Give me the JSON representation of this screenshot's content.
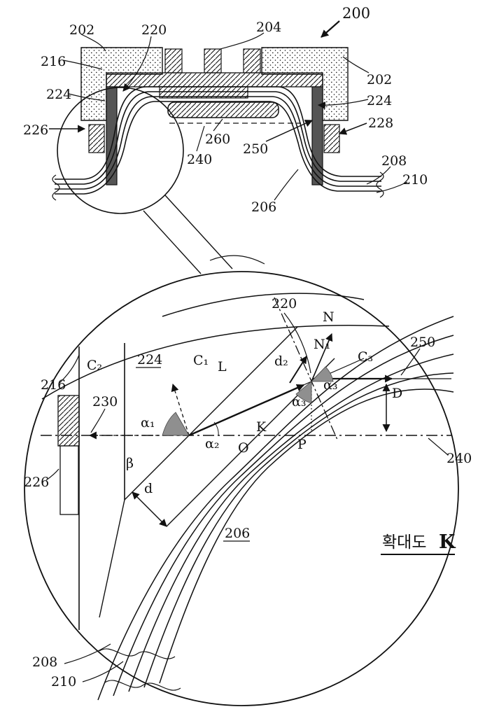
{
  "figure": {
    "overview": {
      "labels": {
        "n200": "200",
        "n202_left": "202",
        "n220": "220",
        "n204": "204",
        "n216": "216",
        "n202_right": "202",
        "n224_left": "224",
        "n224_right": "224",
        "n226": "226",
        "n228": "228",
        "n260": "260",
        "n240": "240",
        "n250": "250",
        "n208": "208",
        "n210": "210",
        "n206": "206"
      }
    },
    "detail": {
      "labels": {
        "n216": "216",
        "n230": "230",
        "n226": "226",
        "n224": "224",
        "n220": "220",
        "n250": "250",
        "n240": "240",
        "n206": "206",
        "n208": "208",
        "n210": "210",
        "c1": "C₁",
        "c2": "C₂",
        "c3": "C₃",
        "vec_l": "L",
        "n_dir": "N",
        "n1_dir": "N₁",
        "alpha1": "α₁",
        "alpha2": "α₂",
        "alpha3_a": "α₃",
        "alpha3_b": "α₃",
        "beta": "β",
        "d": "d",
        "d2": "d₂",
        "dist_d": "D",
        "pt_k": "K",
        "pt_o": "O",
        "pt_p": "P"
      },
      "caption": {
        "word": "확대도",
        "letter": "K"
      }
    }
  }
}
